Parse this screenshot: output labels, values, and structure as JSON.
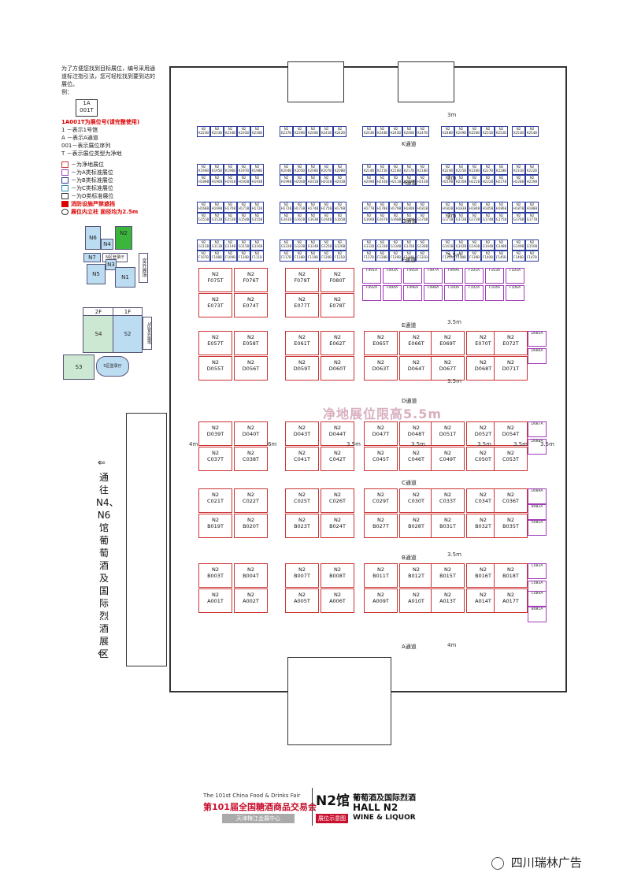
{
  "legend": {
    "note": "为了方便您找到目标展位，编号采用通道标注指引法，您可轻松找到要到达的展位。",
    "example_label": "例：",
    "example_box": [
      "1A",
      "001T"
    ],
    "example_caption": "1A001T为展位号(请完整使用)",
    "lines": [
      "1 －表示1号馆",
      "A －表示A通道",
      "001－表示展位序列",
      "T －表示展位类型为净地"
    ],
    "types": [
      {
        "label": "－为净地展位",
        "color": "#cc3333"
      },
      {
        "label": "－为A类标准展位",
        "color": "#a03cb8"
      },
      {
        "label": "－为B类标准展位",
        "color": "#2a3a9a"
      },
      {
        "label": "－为C类标准展位",
        "color": "#2a8ab8"
      },
      {
        "label": "－为D类标准展位",
        "color": "#333333"
      }
    ],
    "fire_label": "消防设施严禁遮挡",
    "pillar_label": "展位内立柱 面径均为2.5m"
  },
  "minimap_top": [
    "N6",
    "N2",
    "N4",
    "N7",
    "N区登录厅",
    "N5",
    "N3",
    "N1",
    "室外展场"
  ],
  "minimap_bottom": [
    "2F",
    "1F",
    "S4",
    "S2",
    "S区室外展场",
    "S3",
    "S区登录厅"
  ],
  "aisles": [
    "K通道",
    "H通道",
    "G通道",
    "F通道",
    "E通道",
    "D通道",
    "C通道",
    "B通道",
    "A通道"
  ],
  "dims": [
    "3m",
    "3m",
    "3m",
    "3.5m",
    "3.5m",
    "3.5m",
    "4m",
    "6m",
    "3.5m",
    "3.5m",
    "3.5m",
    "3.5m",
    "3.5m",
    "3.5m",
    "4m"
  ],
  "watermark": "净地展位限高5.5m",
  "side_text": "通往N4、N6馆葡萄酒及国际烈酒展区",
  "rows_large": [
    {
      "top": [
        "F075T",
        "F076T",
        "F079T",
        "F080T"
      ],
      "bottom": [
        "E073T",
        "E074T",
        "E077T",
        "E078T"
      ]
    },
    {
      "top": [
        "E057T",
        "E058T",
        "E061T",
        "E062T",
        "E065T",
        "E066T",
        "E069T",
        "E070T",
        "E072T"
      ],
      "bottom": [
        "D055T",
        "D056T",
        "D059T",
        "D060T",
        "D063T",
        "D064T",
        "D067T",
        "D068T",
        "D071T"
      ]
    },
    {
      "top": [
        "D039T",
        "D040T",
        "D043T",
        "D044T",
        "D047T",
        "D048T",
        "D051T",
        "D052T",
        "D054T"
      ],
      "bottom": [
        "C037T",
        "C038T",
        "C041T",
        "C042T",
        "C045T",
        "C046T",
        "C049T",
        "C050T",
        "C053T"
      ]
    },
    {
      "top": [
        "C021T",
        "C022T",
        "C025T",
        "C026T",
        "C029T",
        "C030T",
        "C033T",
        "C034T",
        "C036T"
      ],
      "bottom": [
        "B019T",
        "B020T",
        "B023T",
        "B024T",
        "B027T",
        "B028T",
        "B031T",
        "B032T",
        "B035T"
      ]
    },
    {
      "top": [
        "B003T",
        "B004T",
        "B007T",
        "B008T",
        "B011T",
        "B012T",
        "B015T",
        "B016T",
        "B018T"
      ],
      "bottom": [
        "A001T",
        "A002T",
        "A005T",
        "A006T",
        "A009T",
        "A010T",
        "A013T",
        "A014T",
        "A017T"
      ]
    }
  ],
  "hall_prefix": "N2",
  "std_rows": [
    [
      "K223B",
      "K233B",
      "K234B",
      "K235B",
      "K236B",
      "K237B",
      "K239B",
      "K240B",
      "K241B",
      "K242B",
      "K243B",
      "K244B",
      "K245B",
      "K246B",
      "K247B",
      "K248B",
      "K249B",
      "K250B",
      "K251B",
      "K252B",
      "K253B",
      "K254B"
    ],
    [
      "K194B",
      "K195B",
      "K196B",
      "K197B",
      "K198B",
      "K204B",
      "K205B",
      "K206B",
      "K207B",
      "K208B",
      "K214B",
      "K215B",
      "K216B",
      "K217B",
      "K218B",
      "K224B",
      "K225B",
      "K226B",
      "K227B",
      "K228B",
      "K231B",
      "K232B"
    ],
    [
      "H189B",
      "H190B",
      "H191B",
      "H192B",
      "H193B",
      "H199B",
      "H200B",
      "H201B",
      "H202B",
      "H203B",
      "H209B",
      "H210B",
      "H211B",
      "H212B",
      "H213B",
      "H219B",
      "H220B",
      "H221B",
      "H222B",
      "H227B",
      "H228B",
      "H229B"
    ],
    [
      "H168B",
      "H169B",
      "H170B",
      "H171B",
      "H172B",
      "H172B",
      "H173B",
      "H174B",
      "H175B",
      "H176B",
      "H177B",
      "H178B",
      "H179B",
      "H180B",
      "H181B",
      "H182B",
      "H183B",
      "H184B",
      "H185B",
      "H186B",
      "H187B",
      "H188B"
    ],
    [
      "G151B",
      "G152B",
      "G153B",
      "G154B",
      "G155B",
      "G161B",
      "G162B",
      "G163B",
      "G164B",
      "G165B",
      "G166B",
      "G167B",
      "G168B",
      "G169B",
      "G170B",
      "G171B",
      "G172B",
      "G173B",
      "G174B",
      "G175B",
      "G176B",
      "G177B"
    ],
    [
      "G112B",
      "G113B",
      "G114B",
      "G115B",
      "G116B",
      "G122B",
      "G123B",
      "G124B",
      "G125B",
      "G126B",
      "G132B",
      "G133B",
      "G134B",
      "G135B",
      "G136B",
      "G141B",
      "G142B",
      "G143B",
      "G144B",
      "G148B",
      "G149B",
      "G150B"
    ],
    [
      "F107B",
      "F108B",
      "F109B",
      "F110B",
      "F111B",
      "F117B",
      "F118B",
      "F119B",
      "F120B",
      "F121B",
      "F127B",
      "F128B",
      "F129B",
      "F130B",
      "F131B",
      "F137B",
      "F138B",
      "F139B",
      "F140B",
      "F145B",
      "F146B",
      "F147B"
    ]
  ],
  "purple_booths": [
    "F091A",
    "F092A",
    "F093A",
    "F094A",
    "F095A",
    "F096A",
    "F097A",
    "F098A",
    "F099A",
    "F100A",
    "F101A",
    "F102A",
    "F103A",
    "F104A",
    "F105A",
    "F106A",
    "D085A",
    "D086A",
    "D087A",
    "D088A",
    "D089A",
    "D090A",
    "C082A",
    "C083A",
    "C084A",
    "B081A",
    "B082A",
    "A081A"
  ],
  "footer": {
    "en_title": "The 101st China Food & Drinks Fair",
    "cn_title": "第101届全国糖酒商品交易会",
    "venue": "天津梅江会展中心",
    "hall_cn": "N2馆",
    "hall_cat_cn": "葡萄酒及国际烈酒",
    "hall_en": "HALL N2",
    "hall_cat_en": "WINE & LIQUOR",
    "badge": "展位示意图"
  },
  "wechat": "四川瑞林广告",
  "colors": {
    "jingdi": "#cc3333",
    "std_b": "#2a3a9a",
    "std_a": "#a03cb8",
    "footer_red": "#c8102e"
  }
}
